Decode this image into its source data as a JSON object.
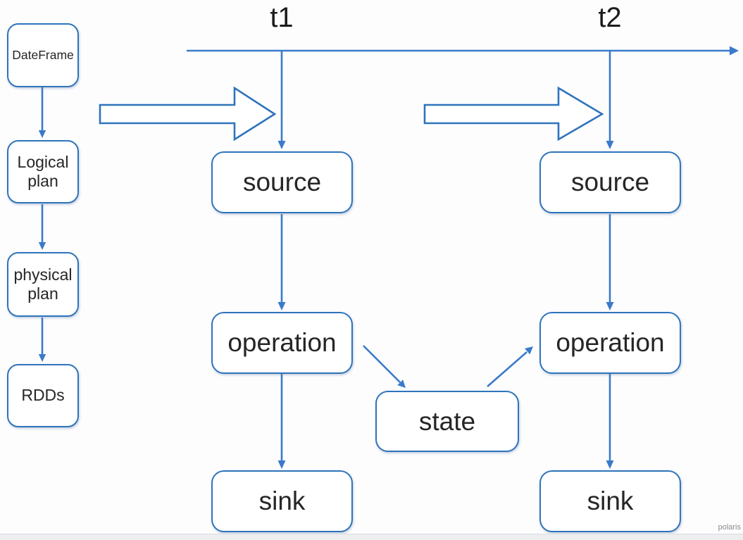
{
  "left_pipeline": {
    "nodes": [
      {
        "label": "DateFrame"
      },
      {
        "label": "Logical plan"
      },
      {
        "label": "physical plan"
      },
      {
        "label": "RDDs"
      }
    ]
  },
  "timeline": {
    "markers": [
      {
        "label": "t1"
      },
      {
        "label": "t2"
      }
    ]
  },
  "batches": [
    {
      "marker": "t1",
      "nodes": [
        {
          "label": "source"
        },
        {
          "label": "operation"
        },
        {
          "label": "sink"
        }
      ]
    },
    {
      "marker": "t2",
      "nodes": [
        {
          "label": "source"
        },
        {
          "label": "operation"
        },
        {
          "label": "sink"
        }
      ]
    }
  ],
  "state_node": {
    "label": "state"
  },
  "watermark": "polaris",
  "colors": {
    "accent": "#2e74bb",
    "line": "#3a7ac9",
    "text": "#262626",
    "heading": "#1c1c1c",
    "watermark_text": "#8a8a8a",
    "footer_strip": "#eceef0",
    "canvas": "#fdfdfe"
  }
}
